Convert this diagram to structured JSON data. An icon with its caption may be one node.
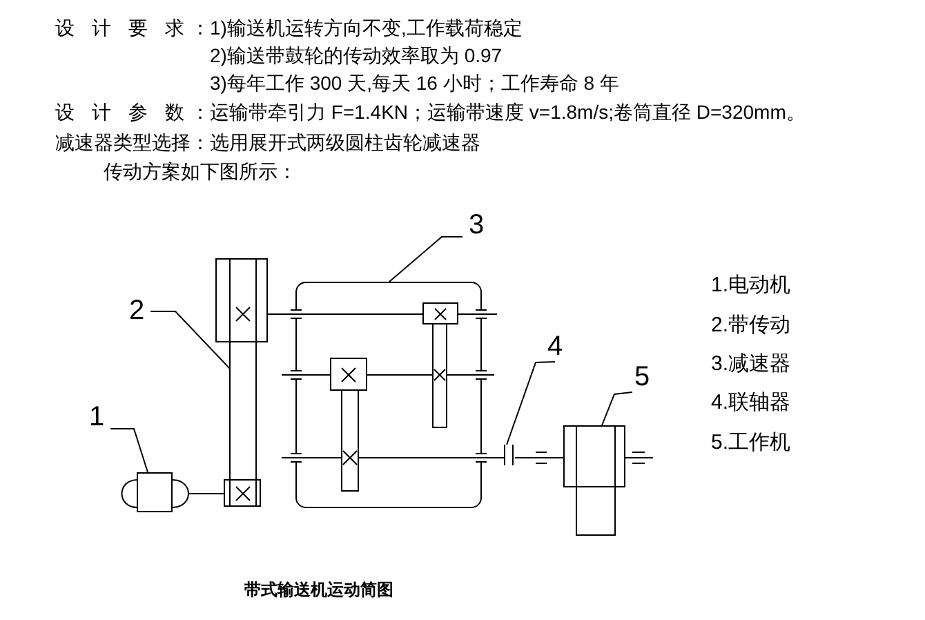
{
  "diagram": {
    "caption": "带式输送机运动简图",
    "nodes": [
      {
        "text": [
          "1"
        ]
      },
      {
        "text": [
          "2"
        ]
      },
      {
        "text": [
          "3"
        ]
      },
      {
        "text": [
          "4"
        ]
      },
      {
        "text": [
          "5"
        ]
      },
      {
        "text": [],
        "shape": "box"
      },
      {
        "text": [],
        "shape": "picture"
      },
      {
        "text": [],
        "shape": "picture"
      },
      {
        "text": [],
        "shape": "picture"
      },
      {
        "text": [],
        "shape": "picture"
      }
    ],
    "edges": [
      {
        "from": 0,
        "to": 5,
        "arrow": "none"
      },
      {
        "from": 1,
        "to": 6,
        "arrow": "none"
      },
      {
        "from": 2,
        "to": 7,
        "arrow": "none"
      },
      {
        "from": 3,
        "to": 8,
        "arrow": "none"
      },
      {
        "from": 4,
        "to": 9,
        "arrow": "none"
      },
      {
        "from": 5,
        "to": 6,
        "arrow": "none"
      },
      {
        "from": 6,
        "to": 7,
        "arrow": "none"
      },
      {
        "from": 7,
        "to": 8,
        "arrow": "none"
      },
      {
        "from": 8,
        "to": 9,
        "arrow": "none"
      }
    ],
    "labels": [
      "设 计 要 求：",
      "1)输送机运转方向不变,工作载荷稳定",
      "2)输送带鼓轮的传动效率取为 0.97",
      "3)每年工作 300 天,每天 16 小时；工作寿命 8 年",
      "设 计 参 数：",
      "运输带牵引力 F=1.4KN；运输带速度 v=1.8m/s;卷筒直径 D=320mm。",
      "减速器类型选择：",
      "选用展开式两级圆柱齿轮减速器",
      "传动方案如下图所示：",
      "1.电动机",
      "2.带传动",
      "3.减速器",
      "4.联轴器",
      "5.工作机"
    ]
  }
}
